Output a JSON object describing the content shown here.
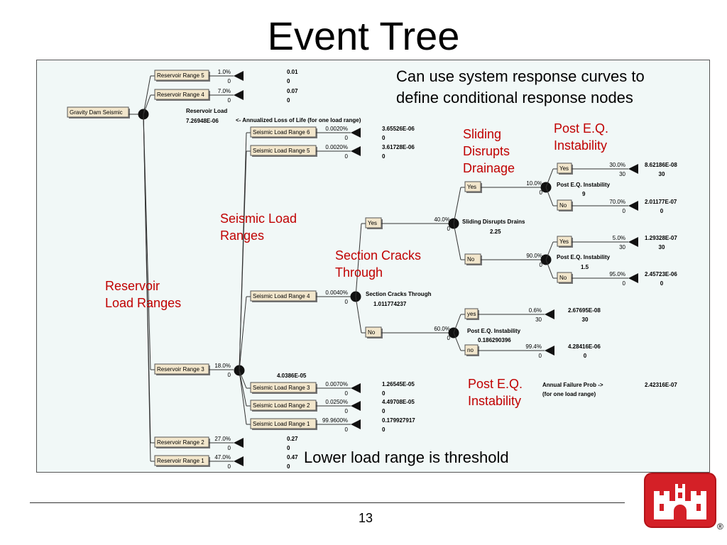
{
  "title": "Event Tree",
  "page_number": "13",
  "registered_mark": "®",
  "callouts": {
    "system_response": "Can use system response curves to\ndefine conditional response nodes",
    "sliding": "Sliding\nDisrupts\nDrainage",
    "post_eq_top": "Post E.Q.\nInstability",
    "seismic_load": "Seismic Load\nRanges",
    "section_cracks": "Section Cracks\nThrough",
    "reservoir_load": "Reservoir\nLoad Ranges",
    "post_eq_bottom": "Post E.Q.\nInstability",
    "lower_load": "Lower load range is threshold"
  },
  "colors": {
    "callout_red": "#c00000",
    "panel_bg": "#f1f8f7",
    "node_box": "#f2e6cc",
    "logo_red": "#d42027"
  },
  "tree": {
    "root": {
      "label": "Gravity Dam Seismic"
    },
    "summary": {
      "reservoir_load_title": "Reservoir Load",
      "reservoir_load_value": "7.26948E-06",
      "annualized_note": "<- Annualized Loss of Life (for one load range)",
      "range3_value": "4.0386E-05",
      "section_cracks_title": "Section Cracks Through",
      "section_cracks_value": "1.011774237",
      "sliding_title": "Sliding Disrupts Drains",
      "sliding_value": "2.25",
      "pe_top_yes_title": "Post E.Q. Instability",
      "pe_top_yes_value": "9",
      "pe_top_no_title": "Post E.Q. Instability",
      "pe_top_no_value": "1.5",
      "pe_bottom_title": "Post E.Q. Instability",
      "pe_bottom_value": "0.186290396",
      "annual_failure_title": "Annual Failure Prob ->",
      "annual_failure_sub": "(for one load range)",
      "annual_failure_value": "2.42316E-07"
    },
    "branches": {
      "rr5": {
        "label": "Reservoir Range 5",
        "prob": "1.0%",
        "cost": "0",
        "val1": "0.01",
        "val2": "0"
      },
      "rr4": {
        "label": "Reservoir Range 4",
        "prob": "7.0%",
        "cost": "0",
        "val1": "0.07",
        "val2": "0"
      },
      "rr3": {
        "label": "Reservoir Range 3",
        "prob": "18.0%",
        "cost": "0"
      },
      "rr2": {
        "label": "Reservoir Range 2",
        "prob": "27.0%",
        "cost": "0",
        "val1": "0.27",
        "val2": "0"
      },
      "rr1": {
        "label": "Reservoir Range 1",
        "prob": "47.0%",
        "cost": "0",
        "val1": "0.47",
        "val2": "0"
      },
      "sl6": {
        "label": "Seismic Load Range 6",
        "prob": "0.0020%",
        "cost": "0",
        "val1": "3.65526E-06",
        "val2": "0"
      },
      "sl5": {
        "label": "Seismic Load Range 5",
        "prob": "0.0020%",
        "cost": "0",
        "val1": "3.61728E-06",
        "val2": "0"
      },
      "sl4": {
        "label": "Seismic Load Range 4",
        "prob": "0.0040%",
        "cost": "0"
      },
      "sl3": {
        "label": "Seismic Load Range 3",
        "prob": "0.0070%",
        "cost": "0",
        "val1": "1.26545E-05",
        "val2": "0"
      },
      "sl2": {
        "label": "Seismic Load Range 2",
        "prob": "0.0250%",
        "cost": "0",
        "val1": "4.49708E-05",
        "val2": "0"
      },
      "sl1": {
        "label": "Seismic Load Range 1",
        "prob": "99.9600%",
        "cost": "0",
        "val1": "0.179927917",
        "val2": "0"
      },
      "sc_yes": {
        "label": "Yes",
        "prob": "40.0%",
        "cost": "0"
      },
      "sc_no": {
        "label": "No",
        "prob": "60.0%",
        "cost": "0"
      },
      "sd_yes": {
        "label": "Yes",
        "prob": "10.0%",
        "cost": "0"
      },
      "sd_no": {
        "label": "No",
        "prob": "90.0%",
        "cost": "0"
      },
      "pe1_yes": {
        "label": "Yes",
        "prob": "30.0%",
        "cost": "30",
        "val1": "8.62186E-08",
        "val2": "30"
      },
      "pe1_no": {
        "label": "No",
        "prob": "70.0%",
        "cost": "0",
        "val1": "2.01177E-07",
        "val2": "0"
      },
      "pe2_yes": {
        "label": "Yes",
        "prob": "5.0%",
        "cost": "30",
        "val1": "1.29328E-07",
        "val2": "30"
      },
      "pe2_no": {
        "label": "No",
        "prob": "95.0%",
        "cost": "0",
        "val1": "2.45723E-06",
        "val2": "0"
      },
      "pe3_yes": {
        "label": "yes",
        "prob": "0.6%",
        "cost": "30",
        "val1": "2.67695E-08",
        "val2": "30"
      },
      "pe3_no": {
        "label": "no",
        "prob": "99.4%",
        "cost": "0",
        "val1": "4.28416E-06",
        "val2": "0"
      }
    }
  }
}
